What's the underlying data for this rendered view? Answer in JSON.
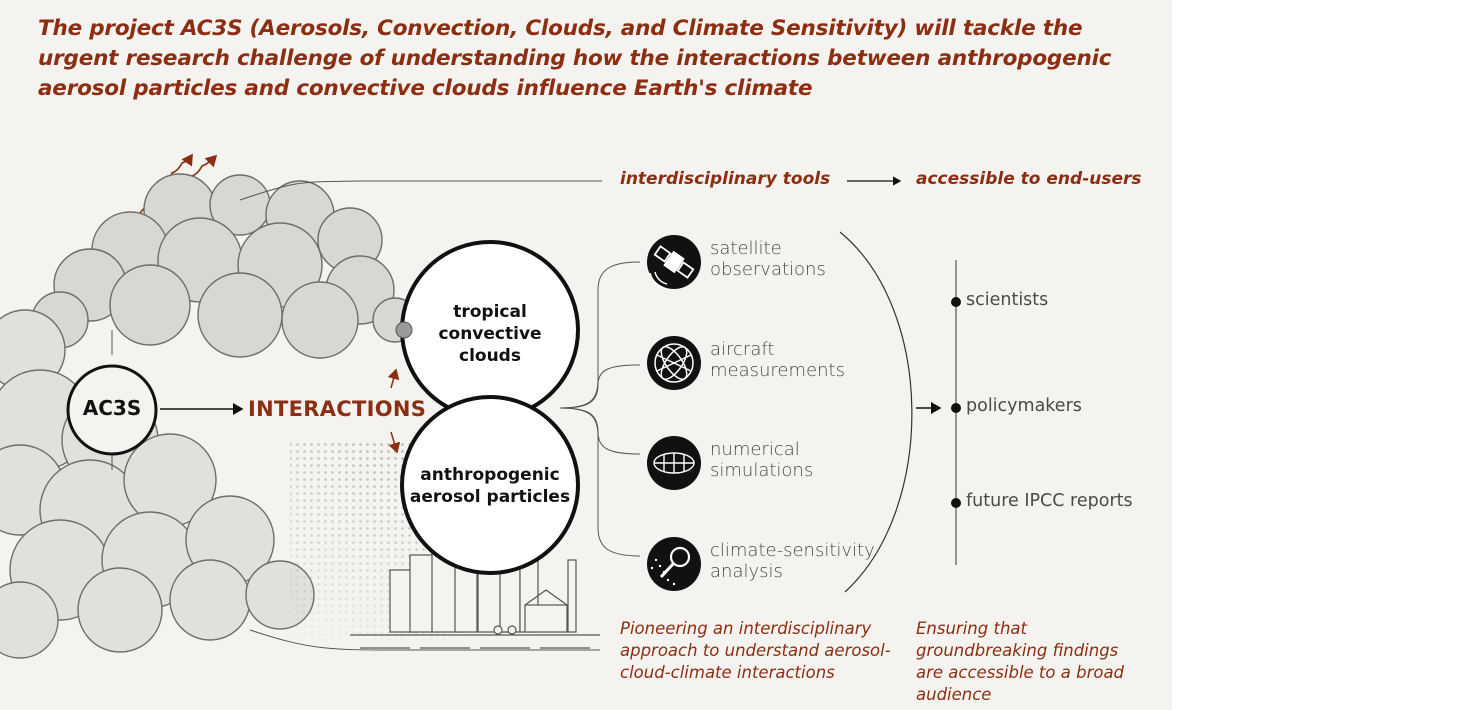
{
  "intro": "The project AC3S  (Aerosols, Convection, Clouds, and Climate Sensitivity) will tackle the urgent research challenge of understanding how the interactions between anthropogenic aerosol particles and convective clouds influence Earth's climate",
  "hub": "AC3S",
  "interactions": "INTERACTIONS",
  "circles": {
    "top": [
      "tropical",
      "convective clouds"
    ],
    "bottom": [
      "anthropogenic",
      "aerosol particles"
    ]
  },
  "headers": {
    "tools": "interdisciplinary tools",
    "access": "accessible to end-users"
  },
  "tools": [
    {
      "icon": "satellite-icon",
      "line1": "satellite",
      "line2": "observations"
    },
    {
      "icon": "globe-icon",
      "line1": "aircraft",
      "line2": "measurements"
    },
    {
      "icon": "grid-globe-icon",
      "line1": "numerical",
      "line2": "simulations"
    },
    {
      "icon": "magnifier-icon",
      "line1": "climate-sensitivity",
      "line2": "analysis"
    }
  ],
  "audiences": [
    "scientists",
    "policymakers",
    "future IPCC reports"
  ],
  "notes": {
    "tools": "Pioneering an interdisciplinary approach to understand aerosol-cloud-climate interactions",
    "access": "Ensuring that groundbreaking findings are accessible to a broad audience"
  },
  "colors": {
    "accent": "#8b2e12",
    "background": "#f5f3ef",
    "ink": "#111111"
  }
}
